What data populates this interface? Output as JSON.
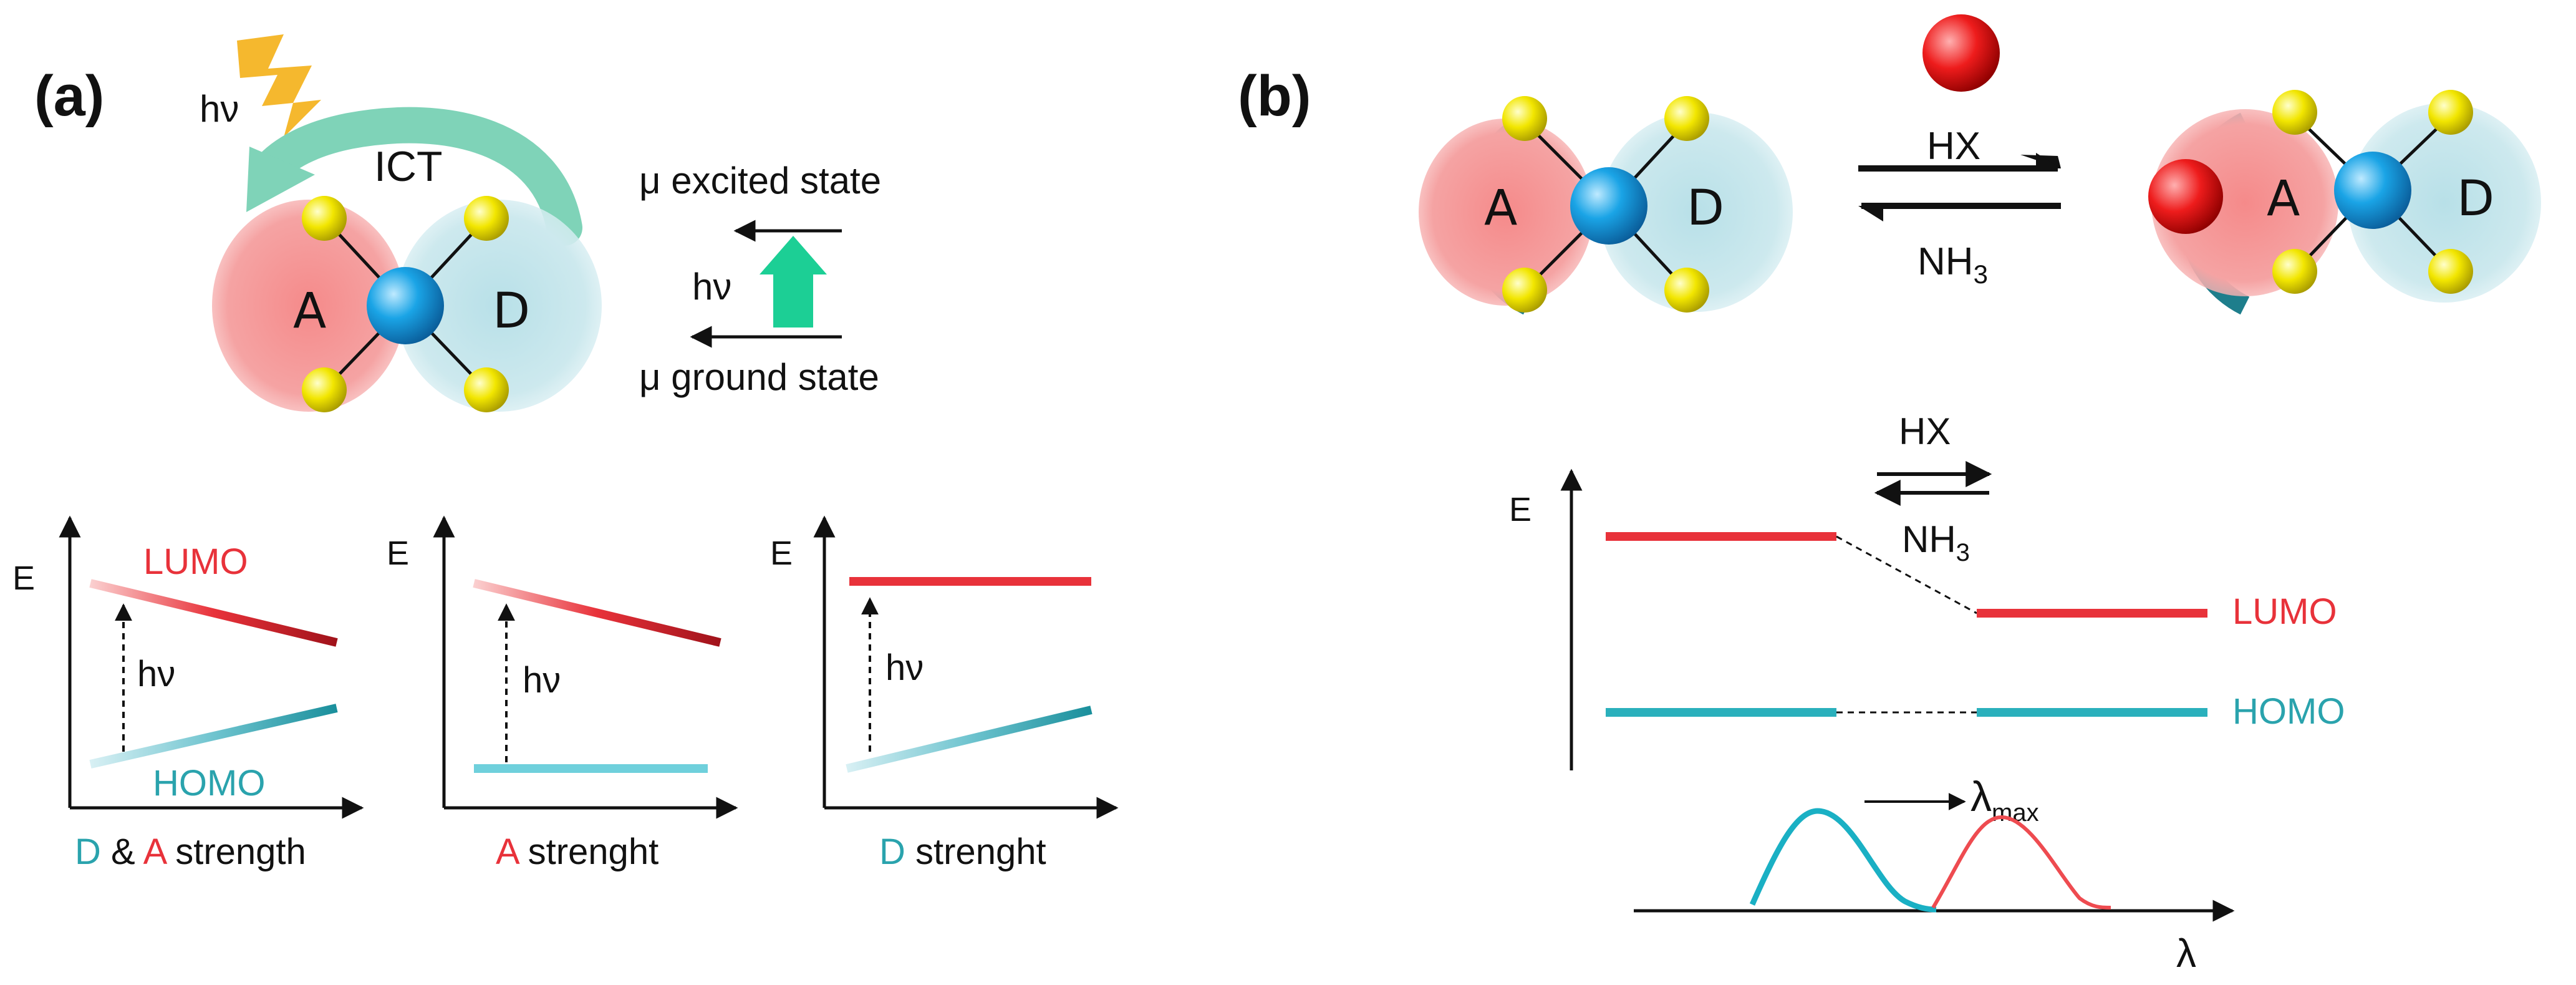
{
  "panel_a": {
    "label": "(a)",
    "hv_flash": "hν",
    "ict": "ICT",
    "acceptor": "A",
    "donor": "D",
    "mu_excited": "μ excited state",
    "mu_ground": "μ ground state",
    "hv_dipole": "hν",
    "graphs": [
      {
        "axis_label": "E",
        "lumo": "LUMO",
        "homo": "HOMO",
        "hv": "hν",
        "caption_parts": [
          {
            "text": "D",
            "color": "#2aa3ad"
          },
          {
            "text": " & ",
            "color": "#111111"
          },
          {
            "text": "A",
            "color": "#e8323a"
          },
          {
            "text": " strength",
            "color": "#111111"
          }
        ]
      },
      {
        "axis_label": "E",
        "hv": "hν",
        "caption_parts": [
          {
            "text": "A",
            "color": "#e8323a"
          },
          {
            "text": " strenght",
            "color": "#111111"
          }
        ]
      },
      {
        "axis_label": "E",
        "hv": "hν",
        "caption_parts": [
          {
            "text": "D",
            "color": "#2aa3ad"
          },
          {
            "text": " strenght",
            "color": "#111111"
          }
        ]
      }
    ]
  },
  "panel_b": {
    "label": "(b)",
    "left_acceptor": "A",
    "left_donor": "D",
    "right_acceptor": "A",
    "right_donor": "D",
    "forward_reagent": "HX",
    "reverse_reagent_base": "NH",
    "reverse_reagent_sub": "3",
    "diagram_forward": "HX",
    "diagram_reverse_base": "NH",
    "diagram_reverse_sub": "3",
    "axis_label": "E",
    "lumo": "LUMO",
    "homo": "HOMO",
    "lambda_max_base": "λ",
    "lambda_max_sub": "max",
    "lambda_axis": "λ"
  },
  "colors": {
    "acceptor_red": "#e8323a",
    "donor_teal": "#2aa3ad",
    "acceptor_blob": "#f5a3a3",
    "donor_blob": "#cde9ee",
    "center_atom": "#1aa4e6",
    "substituent_yellow": "#f2e600",
    "proton_red": "#ee1c1c",
    "ict_green": "#7fd3b8",
    "arrow_green": "#1ccf95",
    "flash_orange": "#f5b82e"
  }
}
